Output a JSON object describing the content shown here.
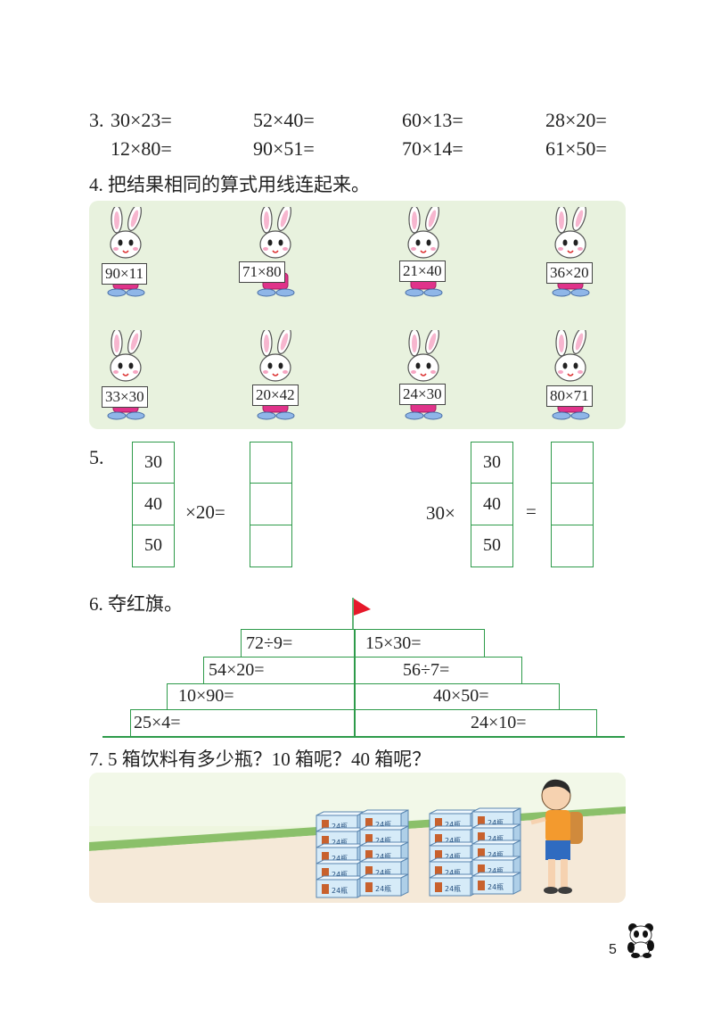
{
  "q3": {
    "label": "3.",
    "row1": [
      "30×23=",
      "52×40=",
      "60×13=",
      "28×20="
    ],
    "row2": [
      "12×80=",
      "90×51=",
      "70×14=",
      "61×50="
    ]
  },
  "q4": {
    "title": "4. 把结果相同的算式用线连起来。",
    "row1": [
      "90×11",
      "71×80",
      "21×40",
      "36×20"
    ],
    "row2": [
      "33×30",
      "20×42",
      "24×30",
      "80×71"
    ]
  },
  "q5": {
    "label": "5.",
    "left_column": [
      "30",
      "40",
      "50"
    ],
    "left_operator": "×20=",
    "right_prefix": "30×",
    "right_column": [
      "30",
      "40",
      "50"
    ],
    "right_equals": "="
  },
  "q6": {
    "title": "6. 夺红旗。",
    "steps": [
      {
        "left": "72÷9=",
        "right": "15×30="
      },
      {
        "left": "54×20=",
        "right": "56÷7="
      },
      {
        "left": "10×90=",
        "right": "40×50="
      },
      {
        "left": "25×4=",
        "right": "24×10="
      }
    ],
    "flag_color": "#e6192a"
  },
  "q7": {
    "title": "7. 5 箱饮料有多少瓶？10 箱呢？40 箱呢？",
    "box_label": "24瓶"
  },
  "page_number": "5",
  "colors": {
    "border_green": "#2e9b4a",
    "panel_bg": "#e8f2de",
    "bunny_pink": "#e0338a"
  }
}
